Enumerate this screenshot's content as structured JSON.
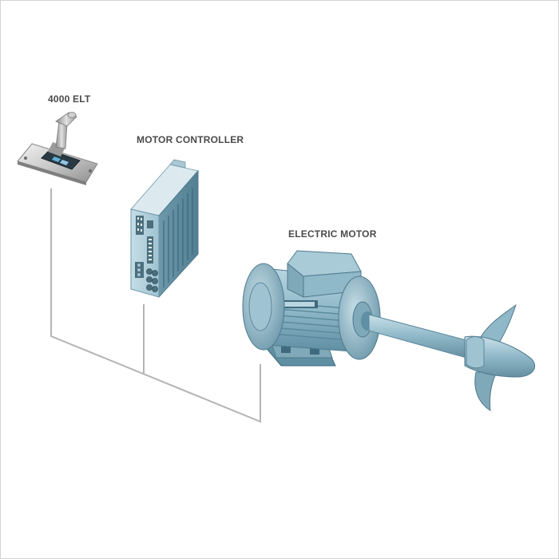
{
  "labels": {
    "lever": "4000 ELT",
    "controller": "MOTOR CONTROLLER",
    "motor": "ELECTRIC MOTOR"
  },
  "colors": {
    "motor_blue": "#8fb8c8",
    "motor_dark": "#5f8fa3",
    "motor_light": "#b9d6e1",
    "wire": "#b4b4b4",
    "label": "#4a4a4a"
  }
}
